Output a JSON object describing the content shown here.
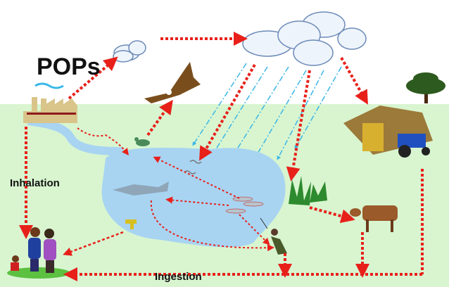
{
  "diagram": {
    "title": "POPs",
    "labels": {
      "inhalation": "Inhalation",
      "ingestion": "Ingestion"
    },
    "colors": {
      "sky": "#ffffff",
      "ground": "#d8f5d0",
      "water": "#a8d4f2",
      "arrow": "#e8201a",
      "rain": "#3bb6e6"
    }
  }
}
